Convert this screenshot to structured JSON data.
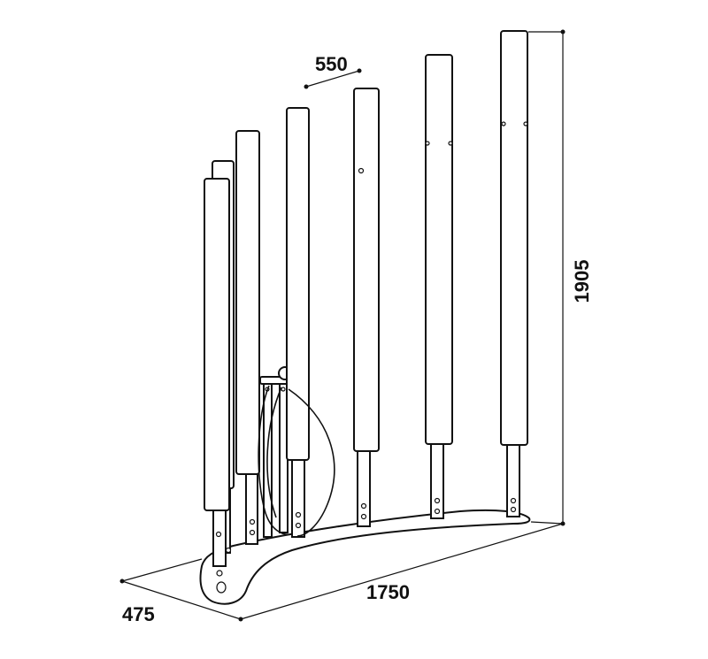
{
  "dimensions": {
    "width": "550",
    "height": "1905",
    "length": "1750",
    "depth": "475"
  },
  "colors": {
    "line": "#111111",
    "background": "#ffffff"
  }
}
